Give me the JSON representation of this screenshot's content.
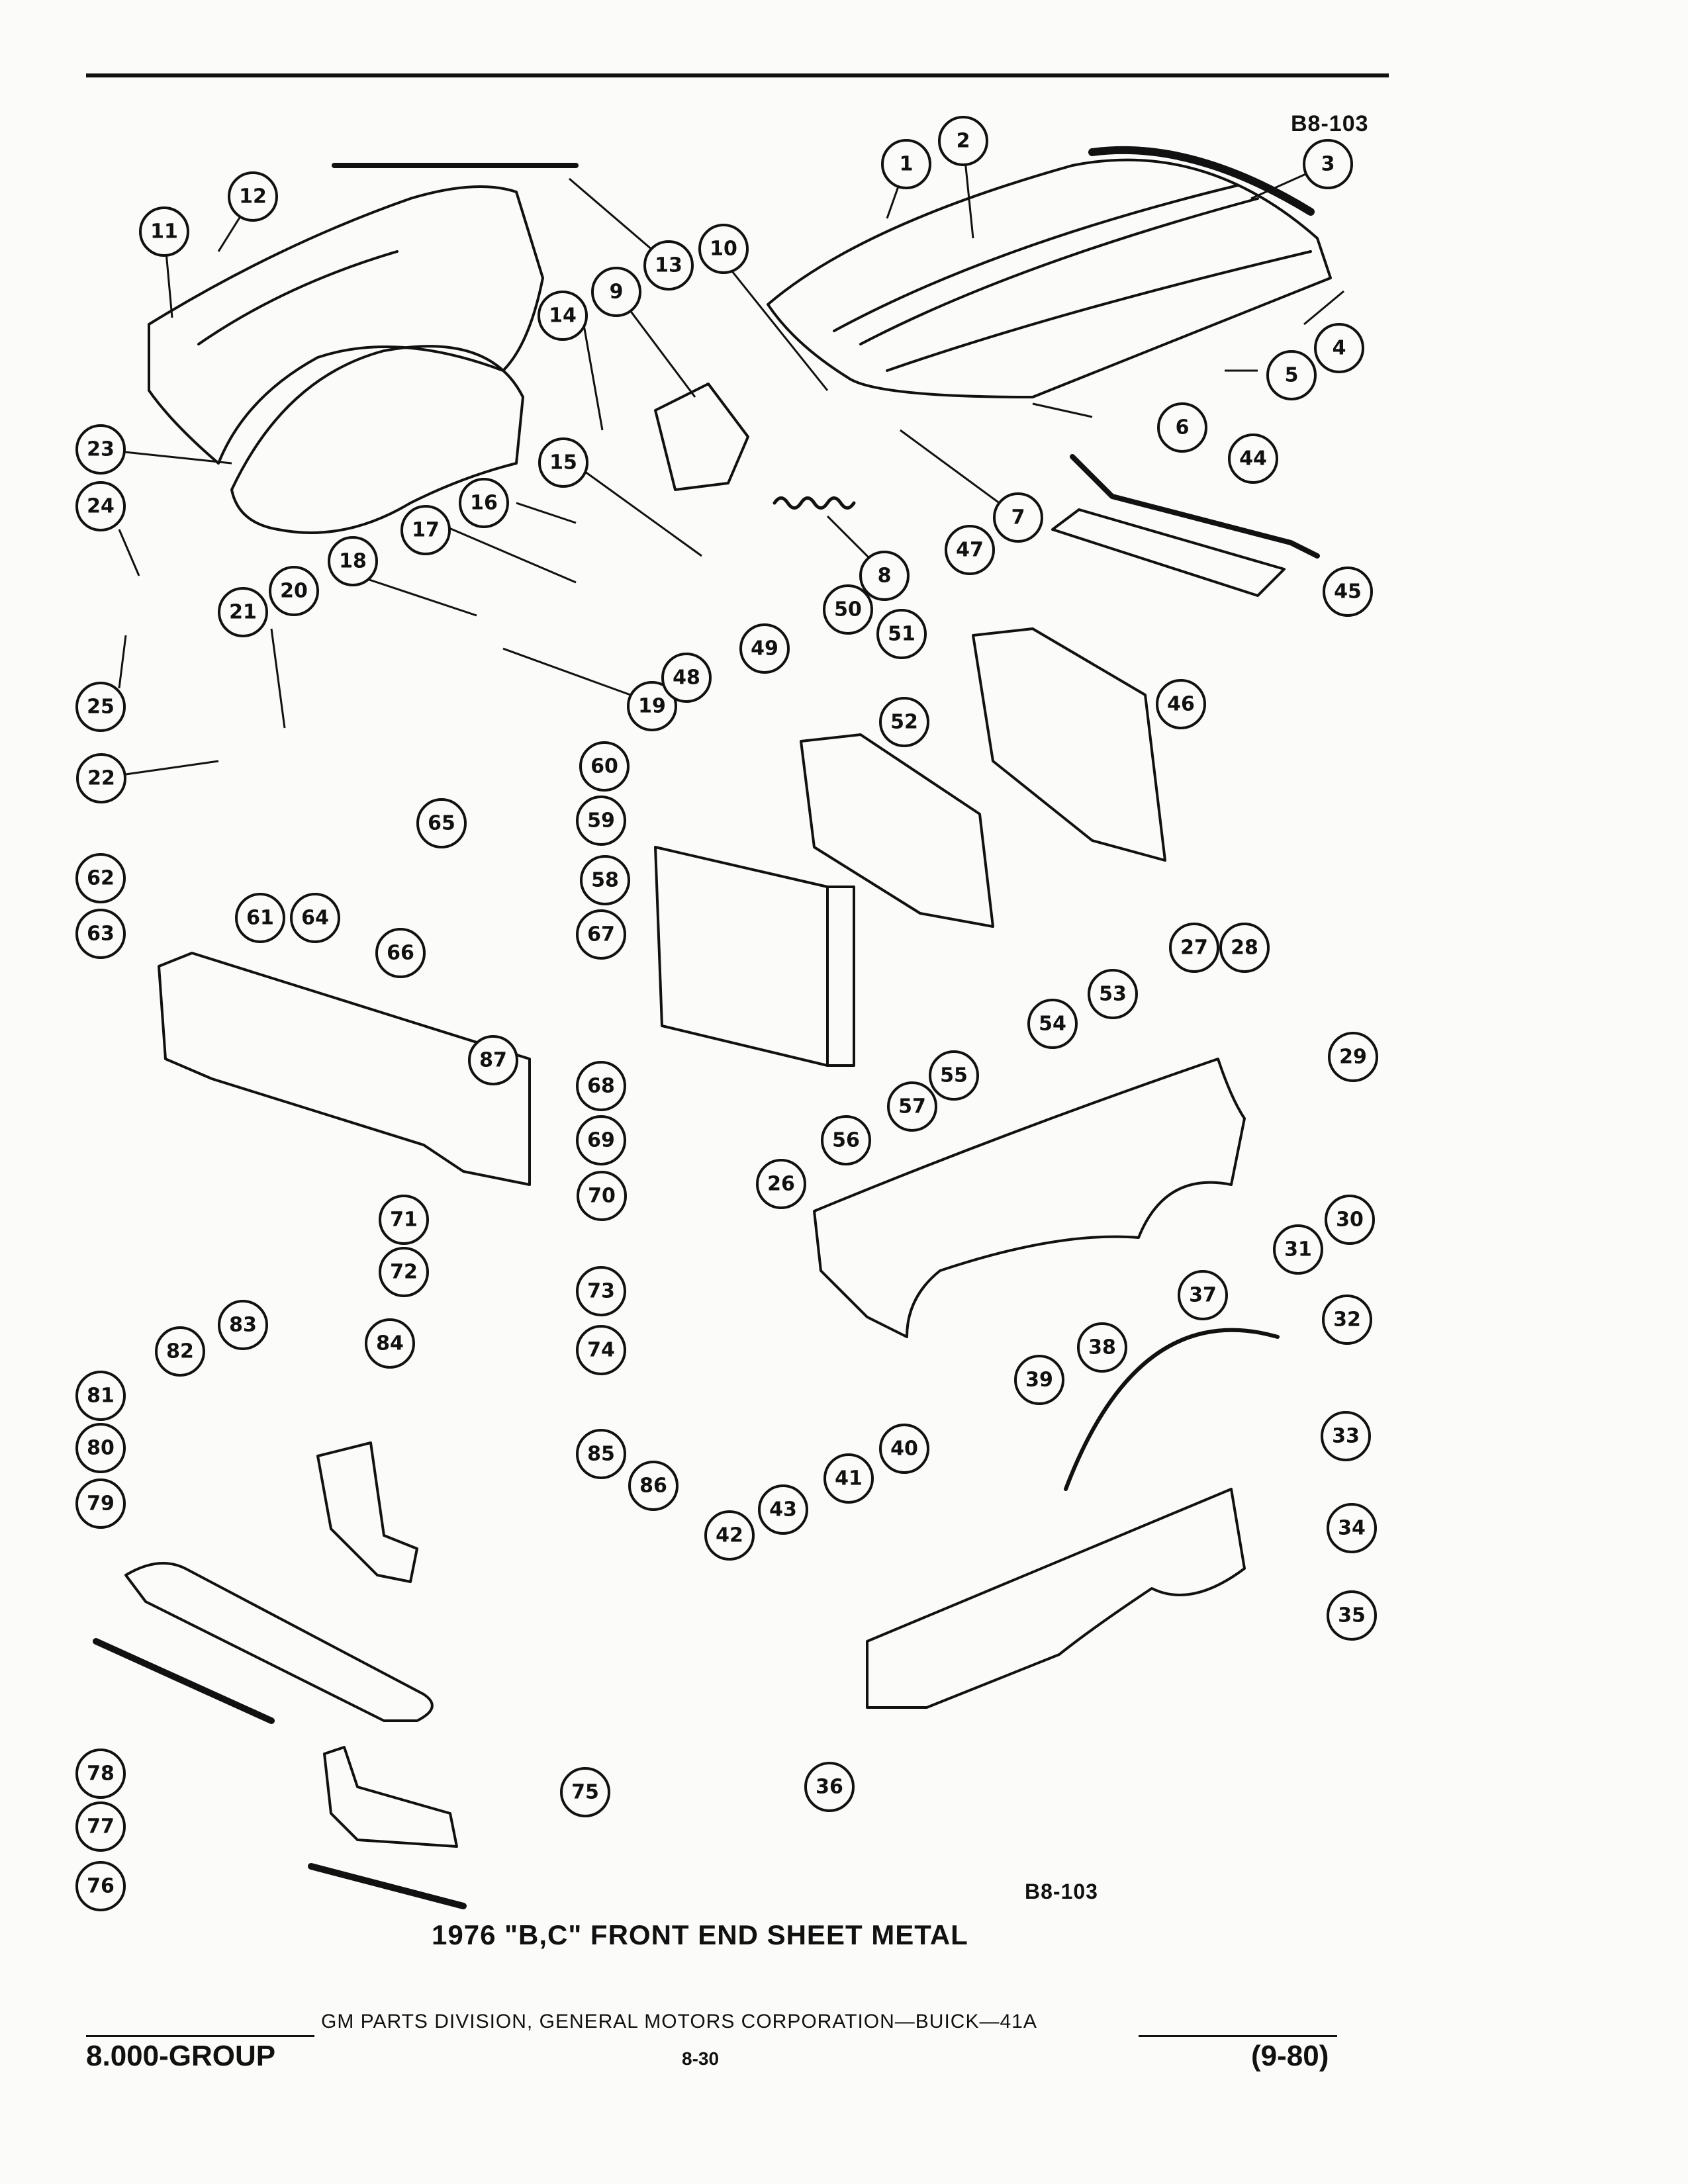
{
  "plate_number_top": "B8-103",
  "plate_number_bottom": "B8-103",
  "caption": "1976 \"B,C\" FRONT END SHEET METAL",
  "footer": {
    "center": "GM PARTS DIVISION, GENERAL MOTORS CORPORATION—BUICK—41A",
    "group": "8.000-GROUP",
    "page": "8-30",
    "date": "(9-80)"
  },
  "callout_numbers": [
    "1",
    "2",
    "3",
    "4",
    "5",
    "6",
    "7",
    "8",
    "9",
    "10",
    "11",
    "12",
    "13",
    "14",
    "15",
    "16",
    "17",
    "18",
    "19",
    "20",
    "21",
    "22",
    "23",
    "24",
    "25",
    "26",
    "27",
    "28",
    "29",
    "30",
    "31",
    "32",
    "33",
    "34",
    "35",
    "36",
    "37",
    "38",
    "39",
    "40",
    "41",
    "42",
    "43",
    "44",
    "45",
    "46",
    "47",
    "48",
    "49",
    "50",
    "51",
    "52",
    "53",
    "54",
    "55",
    "56",
    "57",
    "58",
    "59",
    "60",
    "61",
    "62",
    "63",
    "64",
    "65",
    "66",
    "67",
    "68",
    "69",
    "70",
    "71",
    "72",
    "73",
    "74",
    "75",
    "76",
    "77",
    "78",
    "79",
    "80",
    "81",
    "82",
    "83",
    "84",
    "85",
    "86",
    "87"
  ]
}
